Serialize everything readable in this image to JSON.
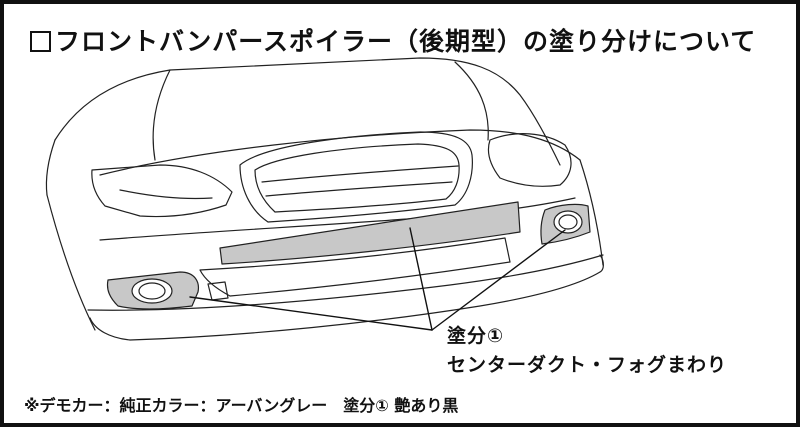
{
  "title": "フロントバンパースポイラー（後期型）の塗り分けについて",
  "callout": {
    "paint": "塗分①",
    "parts": "センターダクト・フォグまわり"
  },
  "footnote": "※デモカー：純正カラー：アーバングレー　塗分① 艶あり黒",
  "colors": {
    "frame": "#111111",
    "painted_area": "#c8c8c8",
    "line_art": "#222222",
    "background": "#ffffff"
  }
}
